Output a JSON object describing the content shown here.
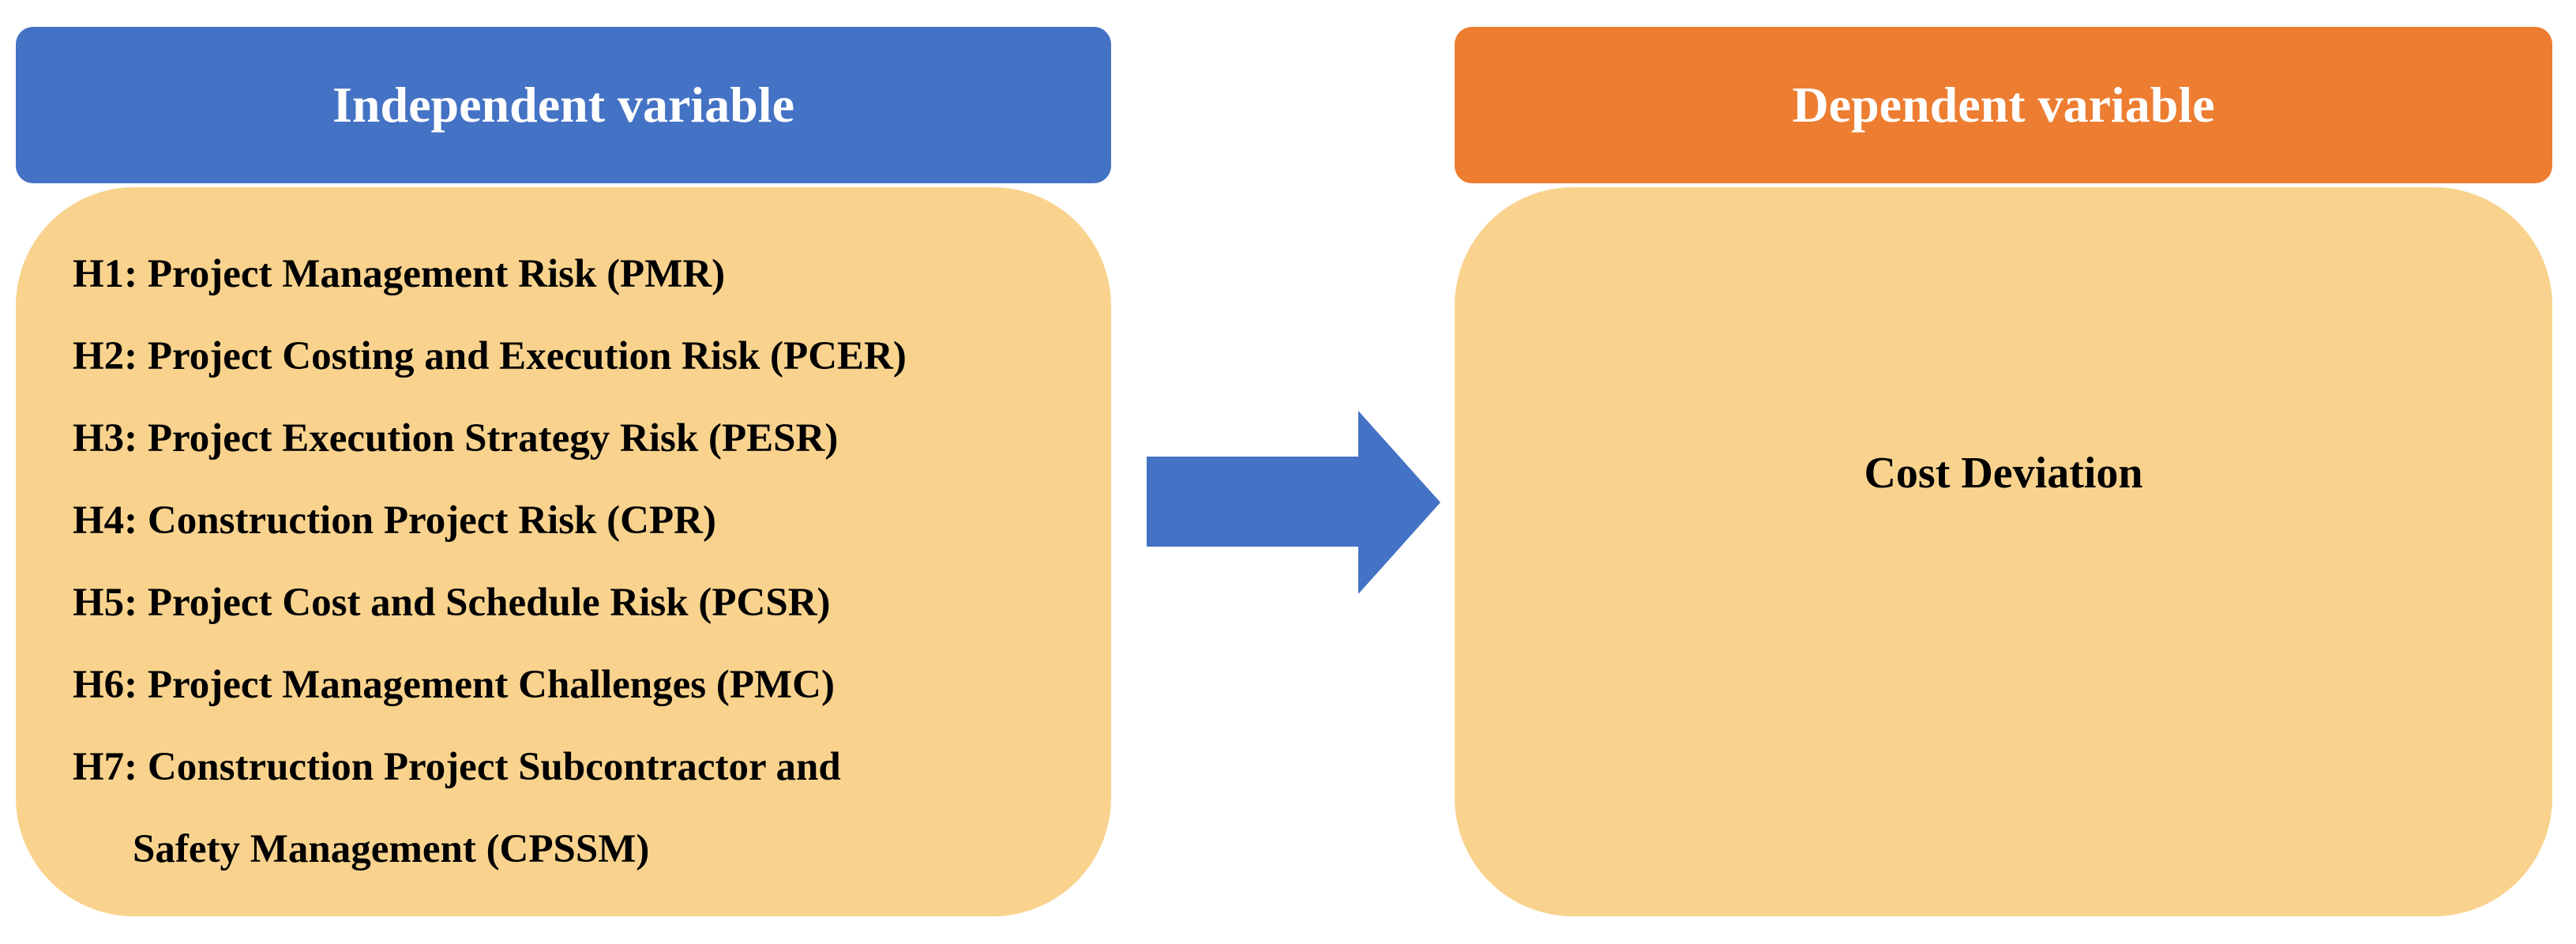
{
  "colors": {
    "independent_header": "#4472C4",
    "dependent_header": "#ED7D31",
    "panel_fill": "#F9D38E",
    "arrow": "#4472C4",
    "header_text": "#FFFFFF",
    "body_text": "#000000"
  },
  "independent": {
    "title": "Independent variable",
    "hypotheses": [
      "H1: Project Management Risk (PMR)",
      "H2: Project Costing and Execution Risk (PCER)",
      "H3: Project Execution Strategy Risk (PESR)",
      "H4: Construction Project Risk (CPR)",
      "H5: Project Cost and Schedule Risk (PCSR)",
      "H6: Project Management Challenges (PMC)"
    ],
    "hypothesis_7": {
      "line1": "H7: Construction Project Subcontractor and",
      "line2": "Safety Management (CPSSM)"
    }
  },
  "dependent": {
    "title": "Dependent variable",
    "item": "Cost Deviation"
  },
  "arrow_icon": "right-arrow-icon"
}
